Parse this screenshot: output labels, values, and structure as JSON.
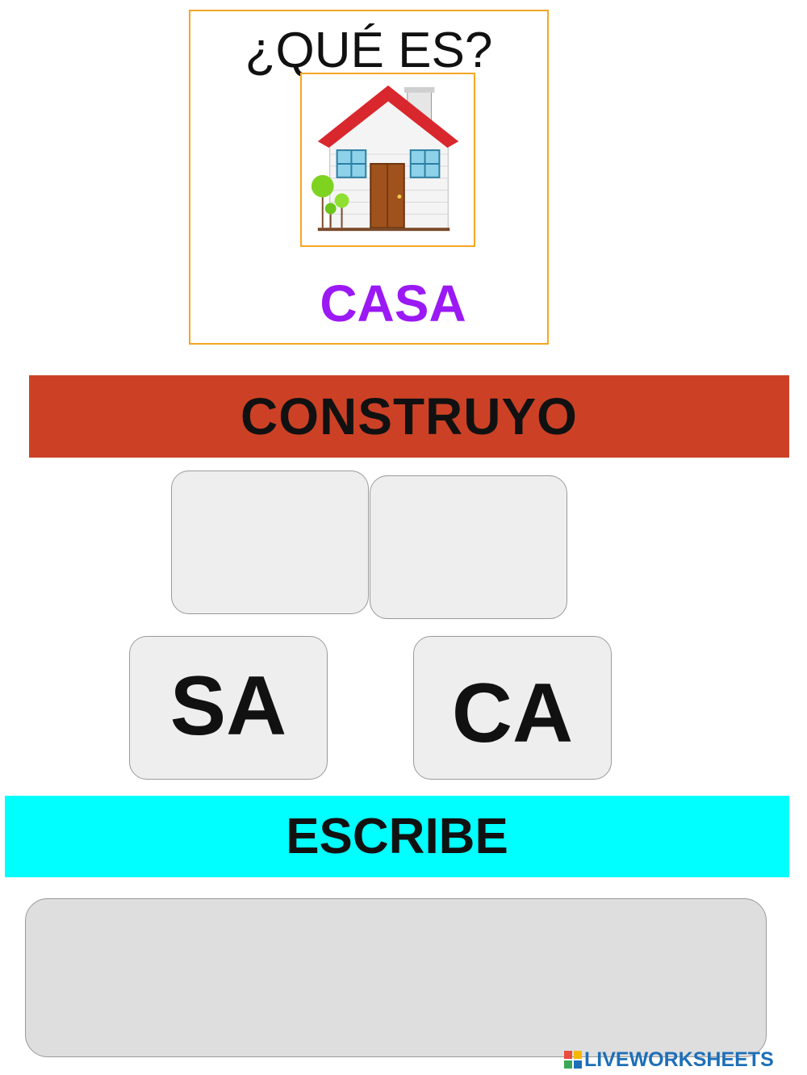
{
  "card": {
    "question": "¿QUÉ ES?",
    "word": "CASA",
    "image_icon": "house-icon"
  },
  "sections": {
    "build_title": "CONSTRUYO",
    "write_title": "ESCRIBE"
  },
  "tiles": [
    {
      "label": "SA"
    },
    {
      "label": "CA"
    }
  ],
  "footer": {
    "brand": "LIVEWORKSHEETS",
    "logo_icon": "liveworksheets-logo-icon"
  },
  "colors": {
    "card_border": "#f5a623",
    "word": "#9b19f5",
    "build_banner": "#cc4125",
    "write_banner": "#00ffff",
    "brand": "#1d6fb8"
  }
}
